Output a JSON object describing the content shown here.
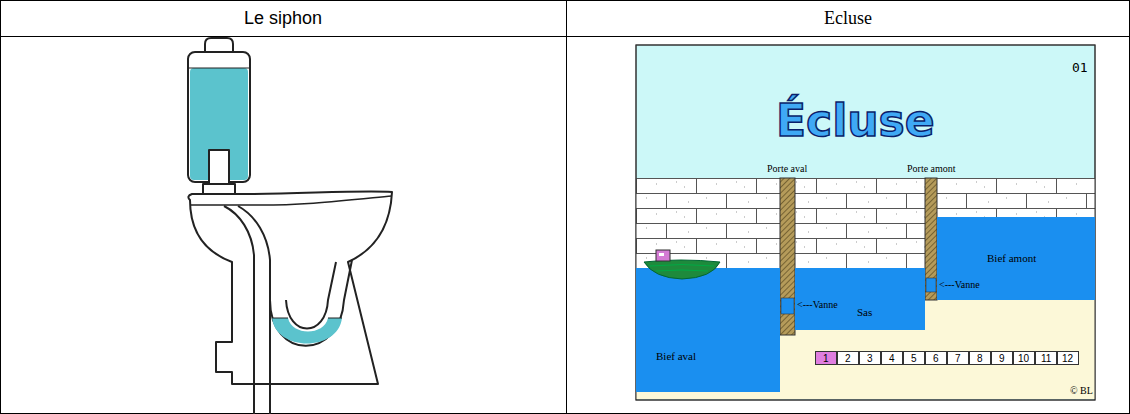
{
  "diagram": {
    "nodes": [
      {
        "text": [
          "Le siphon"
        ]
      },
      {
        "text": [
          "Ecluse"
        ]
      },
      {
        "text": [
          "Bief amont"
        ]
      },
      {
        "text": [
          "Sas"
        ]
      },
      {
        "text": [
          "Bief aval"
        ]
      },
      {
        "text": [
          "1"
        ]
      },
      {
        "text": [
          "2"
        ]
      },
      {
        "text": [
          "3"
        ]
      },
      {
        "text": [
          "4"
        ]
      },
      {
        "text": [
          "5"
        ]
      },
      {
        "text": [
          "6"
        ]
      },
      {
        "text": [
          "7"
        ]
      },
      {
        "text": [
          "8"
        ]
      },
      {
        "text": [
          "9"
        ]
      },
      {
        "text": [
          "10"
        ]
      },
      {
        "text": [
          "11"
        ]
      },
      {
        "text": [
          "12"
        ]
      }
    ],
    "labels": [
      "Écluse",
      "01",
      "Porte aval",
      "Porte amont",
      "<---Vanne",
      "<---Vanne",
      "© BL"
    ]
  }
}
